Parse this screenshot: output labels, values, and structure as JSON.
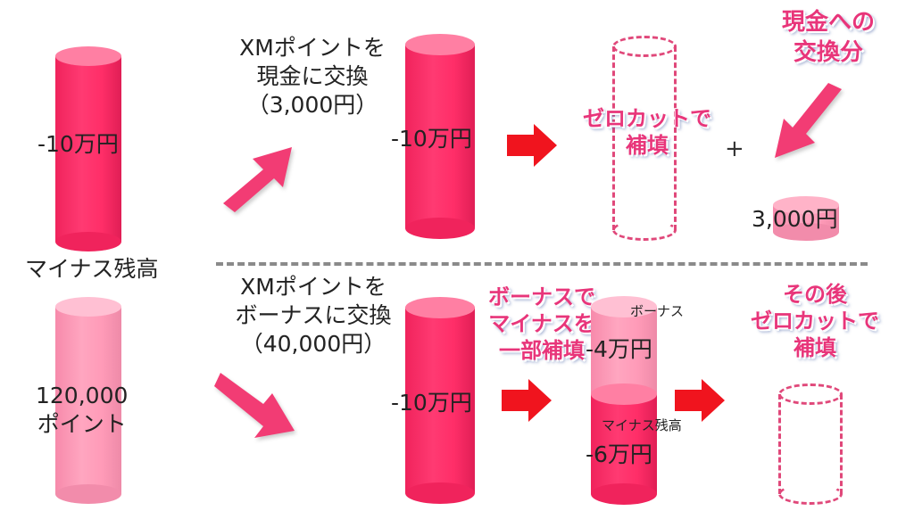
{
  "colors": {
    "negative_balance": "#ff2e68",
    "negative_balance_top": "#ff7fa3",
    "points": "#ff9bb8",
    "points_top": "#ffc0d3",
    "arrow_pink": "#f23c74",
    "arrow_red": "#f0141e",
    "emphasis_text": "#e8357a",
    "divider": "#8a8a8a"
  },
  "left_column": {
    "balance_value": "-10万円",
    "balance_label": "マイナス残高",
    "points_value_line1": "120,000",
    "points_value_line2": "ポイント"
  },
  "top_row": {
    "step_label": [
      "XMポイントを",
      "現金に交換",
      "（3,000円）"
    ],
    "balance_value": "-10万円",
    "zero_cut_label": [
      "ゼロカットで",
      "補填"
    ],
    "plus_sign": "+",
    "cash_exchange_label": [
      "現金への",
      "交換分"
    ],
    "cash_value": "3,000円"
  },
  "bottom_row": {
    "step_label": [
      "XMポイントを",
      "ボーナスに交換",
      "（40,000円）"
    ],
    "balance_value": "-10万円",
    "bonus_fill_label": [
      "ボーナスで",
      "マイナスを",
      "一部補填"
    ],
    "stack_bonus_label": "ボーナス",
    "stack_bonus_value": "-4万円",
    "stack_balance_label": "マイナス残高",
    "stack_balance_value": "-6万円",
    "final_label": [
      "その後",
      "ゼロカットで",
      "補填"
    ]
  }
}
